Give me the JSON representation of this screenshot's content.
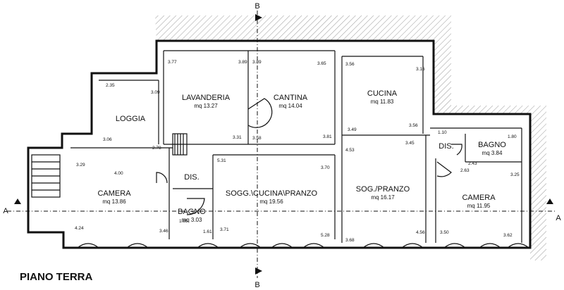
{
  "floor_title": "PIANO TERRA",
  "section_labels": {
    "b_top": "B",
    "b_bottom": "B",
    "a_left": "A",
    "a_right": "A"
  },
  "rooms": {
    "lavanderia": {
      "name": "LAVANDERIA",
      "area": "mq 13.27"
    },
    "cantina": {
      "name": "CANTINA",
      "area": "mq 14.04"
    },
    "cucina": {
      "name": "CUCINA",
      "area": "mq 11.83"
    },
    "loggia": {
      "name": "LOGGIA"
    },
    "camera_left": {
      "name": "CAMERA",
      "area": "mq 13.86"
    },
    "dis_left": {
      "name": "DIS."
    },
    "bagno_left": {
      "name": "BAGNO",
      "area": "mq 3.03"
    },
    "soggiorno": {
      "name": "SOGG.\\CUCINA\\PRANZO",
      "area": "mq 19.56"
    },
    "sog_pranzo": {
      "name": "SOG./PRANZO",
      "area": "mq 16.17"
    },
    "dis_right": {
      "name": "DIS."
    },
    "bagno_right": {
      "name": "BAGNO",
      "area": "mq 3.84"
    },
    "camera_right": {
      "name": "CAMERA",
      "area": "mq 11.95"
    }
  },
  "dimensions": {
    "lav_tl": "3.77",
    "lav_tr": "3.89",
    "lav_br": "3.31",
    "can_tl": "3.89",
    "can_tr": "3.65",
    "can_bl": "3.58",
    "can_br": "3.81",
    "cuc_tl": "3.56",
    "cuc_tr": "3.16",
    "cuc_bl": "3.49",
    "cuc_br": "3.56",
    "log_tl": "2.35",
    "log_tr": "3.09",
    "log_bl": "3.06",
    "log_br": "2.78",
    "cam_tl": "3.29",
    "cam_top": "4.00",
    "cam_bl": "4.24",
    "cam_br": "3.46",
    "sog_tl": "5.31",
    "sog_tr": "3.70",
    "sog_bl": "3.71",
    "sog_br": "5.28",
    "bag_l": "1.85",
    "bag_r": "1.61",
    "sp_tl": "4.53",
    "sp_top": "3.45",
    "sp_bl": "3.68",
    "sp_br": "4.56",
    "br_tl": "1.10",
    "br_tr": "1.80",
    "br_bl": "2.63",
    "br_bm": "2.43",
    "cr_tr": "3.25",
    "cr_bl": "3.50",
    "cr_br": "3.62"
  }
}
